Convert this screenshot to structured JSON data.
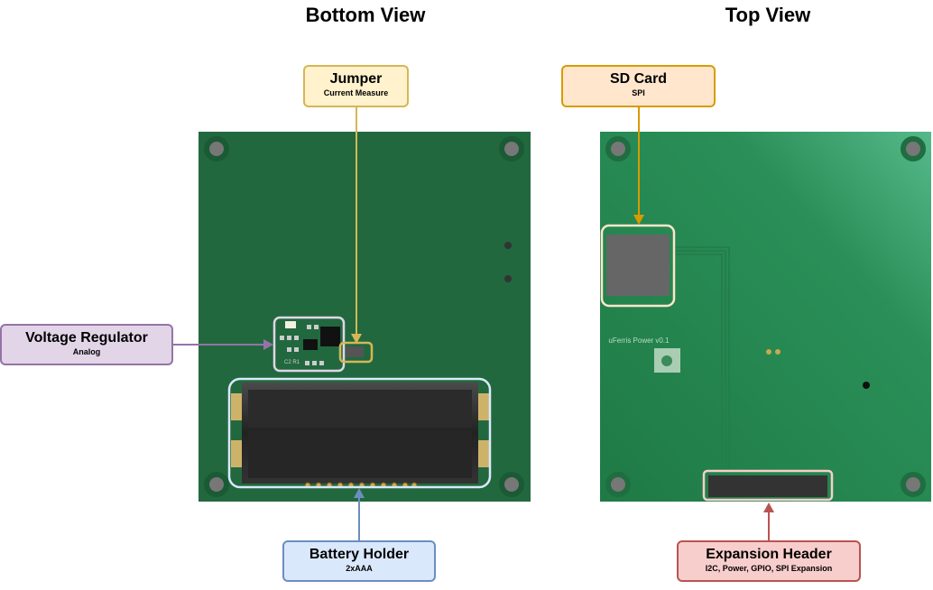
{
  "titles": {
    "bottom": "Bottom View",
    "top": "Top View"
  },
  "callouts": {
    "jumper": {
      "title": "Jumper",
      "subtitle": "Current Measure",
      "fill": "#fff2cc",
      "stroke": "#d6b656"
    },
    "regulator": {
      "title": "Voltage Regulator",
      "subtitle": "Analog",
      "fill": "#e1d5e7",
      "stroke": "#9673a6"
    },
    "battery": {
      "title": "Battery Holder",
      "subtitle": "2xAAA",
      "fill": "#dae8fc",
      "stroke": "#6c8ebf"
    },
    "sdcard": {
      "title": "SD Card",
      "subtitle": "SPI",
      "fill": "#ffe6cc",
      "stroke": "#d79b00"
    },
    "header": {
      "title": "Expansion Header",
      "subtitle": "I2C, Power, GPIO, SPI Expansion",
      "fill": "#f8cecc",
      "stroke": "#b85450"
    }
  },
  "board": {
    "silkscreen": "uFerris Power v0.1",
    "ref_labels": "C2 R1"
  }
}
